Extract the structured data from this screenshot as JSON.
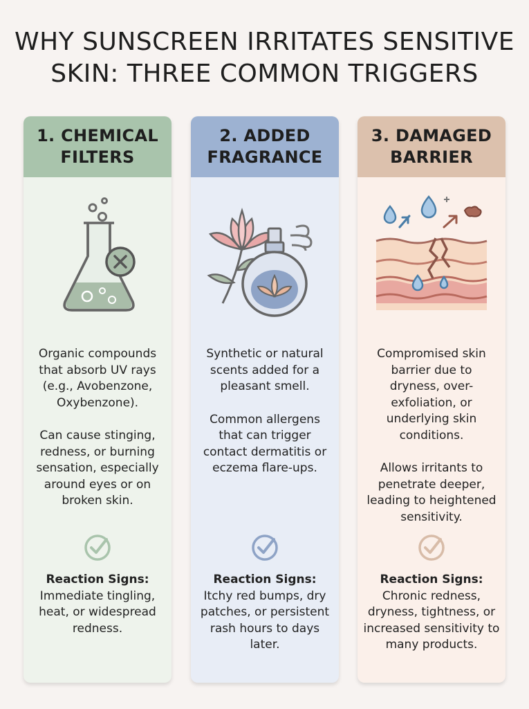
{
  "title": {
    "line1": "WHY SUNSCREEN IRRITATES SENSITIVE",
    "line2": "SKIN: THREE COMMON TRIGGERS"
  },
  "cards": [
    {
      "heading_line1": "1. CHEMICAL",
      "heading_line2": "FILTERS",
      "icon": "flask-x-icon",
      "accent": "#a9c4ac",
      "para1": "Organic compounds that absorb UV rays (e.g., Avobenzone, Oxybenzone).",
      "para2": "Can cause stinging, redness, or burning sensation, especially around eyes or on broken skin.",
      "signs_label": "Reaction Signs:",
      "signs_text": "Immediate tingling, heat, or widespread redness."
    },
    {
      "heading_line1": "2. ADDED",
      "heading_line2": "FRAGRANCE",
      "icon": "lotus-perfume-icon",
      "accent": "#9db2d2",
      "para1": "Synthetic or natural scents added for a pleasant smell.",
      "para2": "Common allergens that can trigger contact dermatitis or eczema flare-ups.",
      "signs_label": "Reaction Signs:",
      "signs_text": "Itchy red bumps, dry patches, or persistent rash hours to days later."
    },
    {
      "heading_line1": "3. DAMAGED",
      "heading_line2": "BARRIER",
      "icon": "cracked-skin-icon",
      "accent": "#dcc1ad",
      "para1": "Compromised skin barrier due to dryness, over-exfoliation, or underlying skin conditions.",
      "para2": "Allows irritants to penetrate deeper, leading to heightened sensitivity.",
      "signs_label": "Reaction Signs:",
      "signs_text": "Chronic redness, dryness, tightness, or increased sensitivity to many products."
    }
  ]
}
